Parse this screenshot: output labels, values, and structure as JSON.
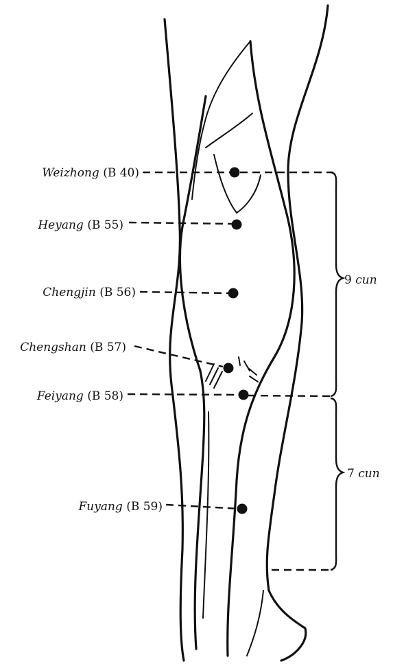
{
  "points": [
    {
      "name": "Weizhong",
      "code": "(B 40)"
    },
    {
      "name": "Heyang",
      "code": "(B 55)"
    },
    {
      "name": "Chengjin",
      "code": "(B 56)"
    },
    {
      "name": "Chengshan",
      "code": "(B 57)"
    },
    {
      "name": "Feiyang",
      "code": "(B 58)"
    },
    {
      "name": "Fuyang",
      "code": "(B 59)"
    }
  ],
  "measurements": [
    {
      "value": "9",
      "unit": "cun"
    },
    {
      "value": "7",
      "unit": "cun"
    }
  ],
  "colors": {
    "ink": "#111111",
    "paper": "#ffffff"
  }
}
